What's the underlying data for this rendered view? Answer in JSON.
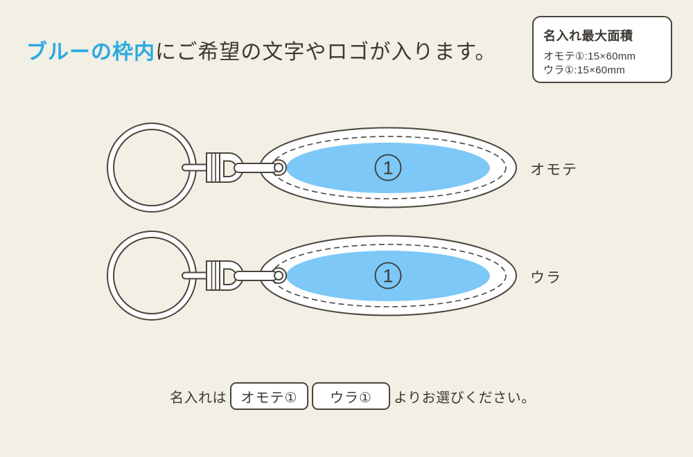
{
  "colors": {
    "background": "#f2efe5",
    "outline": "#4b443c",
    "surface": "#ffffff",
    "blue_fill": "#7dc8f7",
    "heading_blue": "#29aae1",
    "text": "#3c3833"
  },
  "heading": {
    "highlight": "ブルーの枠内",
    "rest": "にご希望の文字やロゴが入ります。"
  },
  "info_box": {
    "title": "名入れ最大面積",
    "lines": [
      "オモテ①:15×60mm",
      "ウラ①:15×60mm"
    ]
  },
  "keychains": [
    {
      "side_label": "オモテ",
      "area_number": "1"
    },
    {
      "side_label": "ウラ",
      "area_number": "1"
    }
  ],
  "footer": {
    "prefix": "名入れは",
    "options": [
      "オモテ①",
      "ウラ①"
    ],
    "suffix": "よりお選びください。"
  }
}
